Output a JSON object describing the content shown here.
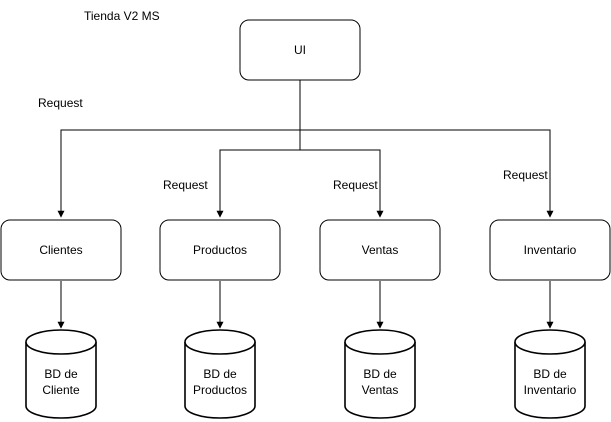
{
  "title": "Tienda V2 MS",
  "nodes": {
    "ui": {
      "label": "UI"
    },
    "clientes": {
      "label": "Clientes"
    },
    "productos": {
      "label": "Productos"
    },
    "ventas": {
      "label": "Ventas"
    },
    "inventario": {
      "label": "Inventario"
    }
  },
  "databases": {
    "clientes": {
      "line1": "BD de",
      "line2": "Cliente"
    },
    "productos": {
      "line1": "BD de",
      "line2": "Productos"
    },
    "ventas": {
      "line1": "BD de",
      "line2": "Ventas"
    },
    "inventario": {
      "line1": "BD de",
      "line2": "Inventario"
    }
  },
  "edge_labels": {
    "clientes": "Request",
    "productos": "Request",
    "ventas": "Request",
    "inventario": "Request"
  }
}
